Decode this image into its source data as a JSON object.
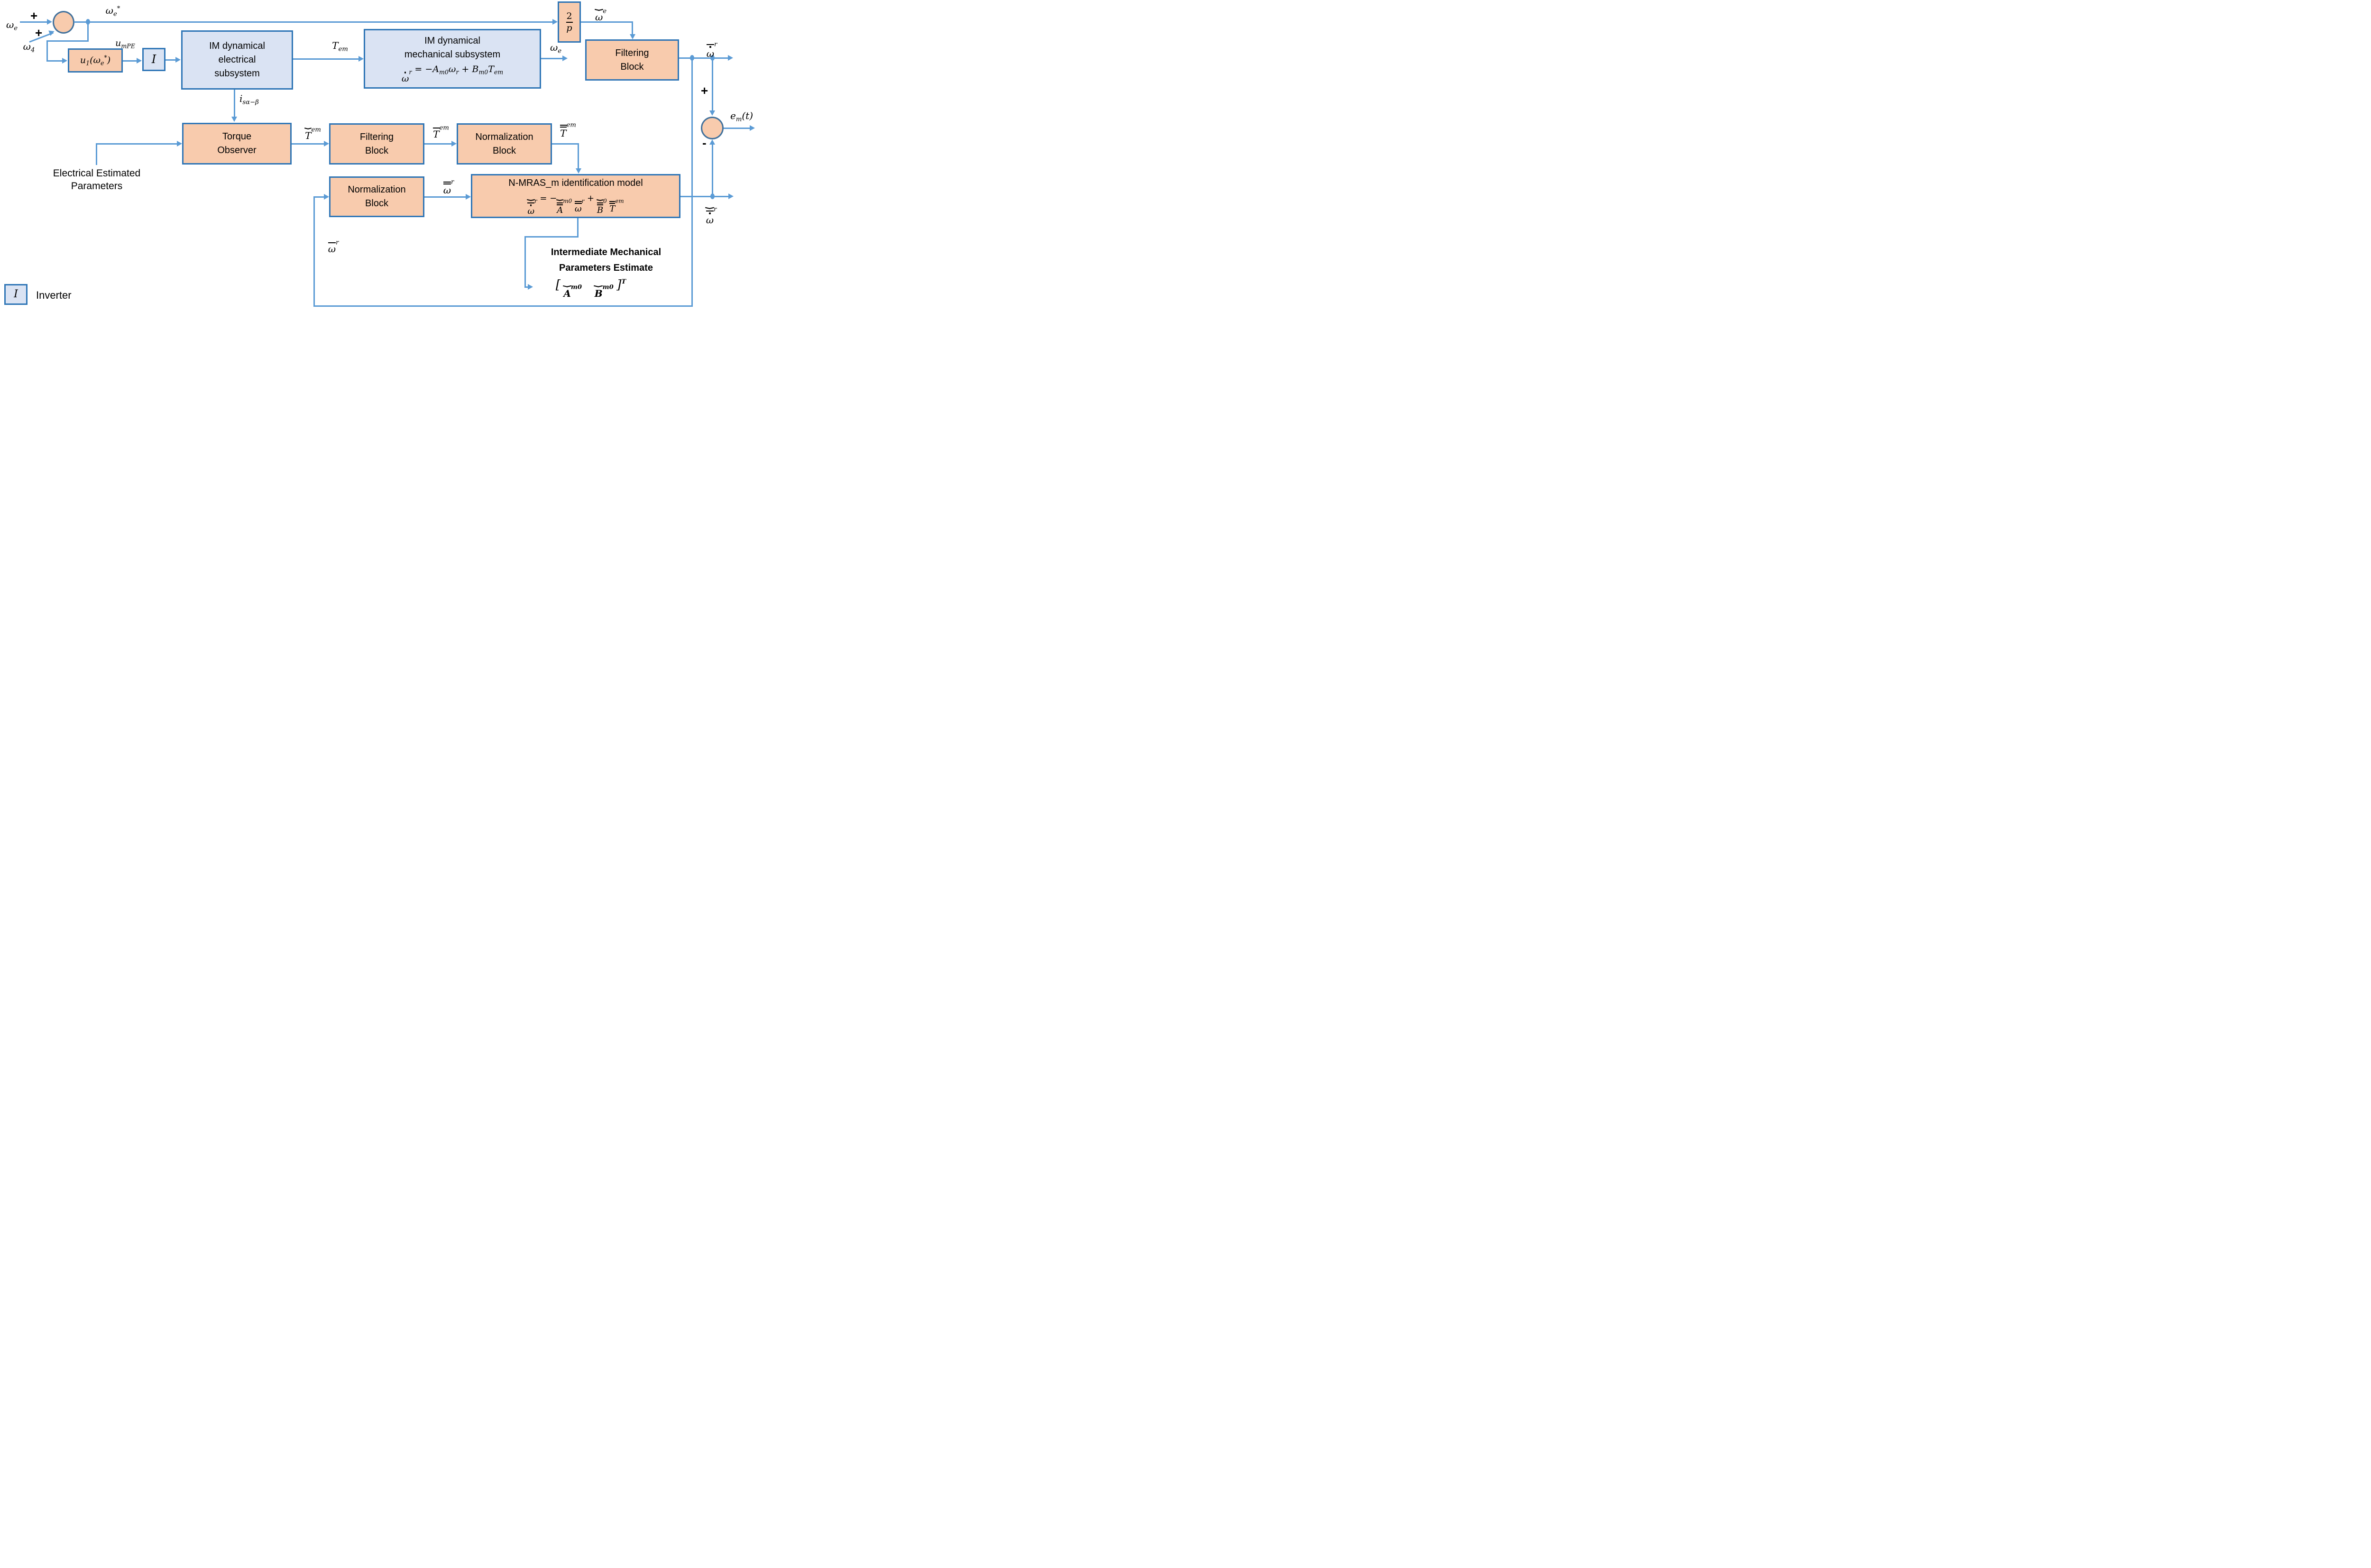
{
  "colors": {
    "arrow": "#5B9BD5",
    "block_border": "#2E75B6",
    "circle_border": "#41719C",
    "orange_fill": "#F8CBAD",
    "blue_fill": "#DAE3F3",
    "text": "#000000"
  },
  "labels": {
    "omega_e": {
      "base": "ω",
      "sub": "e"
    },
    "omega_e_star": {
      "base": "ω",
      "sub": "e",
      "sup": "*"
    },
    "omega_4": {
      "base": "ω",
      "sub": "4"
    },
    "plus_top": "+",
    "plus_bottom": "+",
    "u_mPE": {
      "base": "u",
      "sub": "mPE"
    },
    "T_em": {
      "base": "T",
      "sub": "em"
    },
    "omega_hat_e": {
      "base": "ω",
      "sub": "e"
    },
    "omega_dot_bar_r": {
      "base": "ω",
      "sub": "r"
    },
    "omega_bar_r": {
      "base": "ω",
      "sub": "r"
    },
    "omega_dbar_r": {
      "base": "ω",
      "sub": "r"
    },
    "omega_hat_dot_bar_r": {
      "base": "ω",
      "sub": "r"
    },
    "T_hat_em": {
      "base": "T",
      "sub": "em"
    },
    "T_bar_em": {
      "base": "T",
      "sub": "em"
    },
    "T_dbar_em": {
      "base": "T",
      "sub": "em"
    },
    "i_s": {
      "base": "i",
      "sub": "sα−β"
    },
    "e_m": {
      "base": "e",
      "sub": "m",
      "open": "(",
      "arg": "t",
      "close": ")"
    },
    "sum2_plus": "+",
    "sum2_minus": "-"
  },
  "blocks": {
    "u1": {
      "fn": "u",
      "fn_sub": "1",
      "open": "(",
      "arg": "ω",
      "arg_sub": "e",
      "arg_sup": "*",
      "close": ")"
    },
    "inverter_symbol": "I",
    "two_p": {
      "num": "2",
      "den": "p"
    },
    "electrical": {
      "line1": "IM dynamical",
      "line2": "electrical",
      "line3": "subsystem"
    },
    "mechanical": {
      "line1": "IM dynamical",
      "line2": "mechanical subsystem",
      "eq": {
        "lhs": "ω",
        "lhs_sub": "r",
        "rel": "=",
        "minus": "−",
        "A": "A",
        "A_sub": "m0",
        "w": "ω",
        "w_sub": "r",
        "plus": "+",
        "B": "B",
        "B_sub": "m0",
        "T": "T",
        "T_sub": "em"
      }
    },
    "filtering": {
      "line1": "Filtering",
      "line2": "Block"
    },
    "torque": {
      "line1": "Torque",
      "line2": "Observer"
    },
    "normalization": {
      "line1": "Normalization",
      "line2": "Block"
    },
    "nmras": {
      "title": "N-MRAS_m identification model",
      "eq": {
        "lhs": "ω",
        "lhs_sub": "r",
        "rel": "=",
        "minus": "−",
        "A": "A",
        "A_sub": "m0",
        "w": "ω",
        "w_sub": "r",
        "plus": "+",
        "B": "B",
        "B_sub": "0",
        "T": "T",
        "T_sub": "em"
      }
    }
  },
  "texts": {
    "eep_line1": "Electrical Estimated",
    "eep_line2": "Parameters",
    "impe_line1": "Intermediate Mechanical",
    "impe_line2": "Parameters Estimate",
    "estimate": {
      "open": "[",
      "A": "A",
      "A_sub": "m0",
      "B": "B",
      "B_sub": "m0",
      "close": "]",
      "sup": "T"
    },
    "legend_symbol": "I",
    "legend_label": "Inverter"
  }
}
